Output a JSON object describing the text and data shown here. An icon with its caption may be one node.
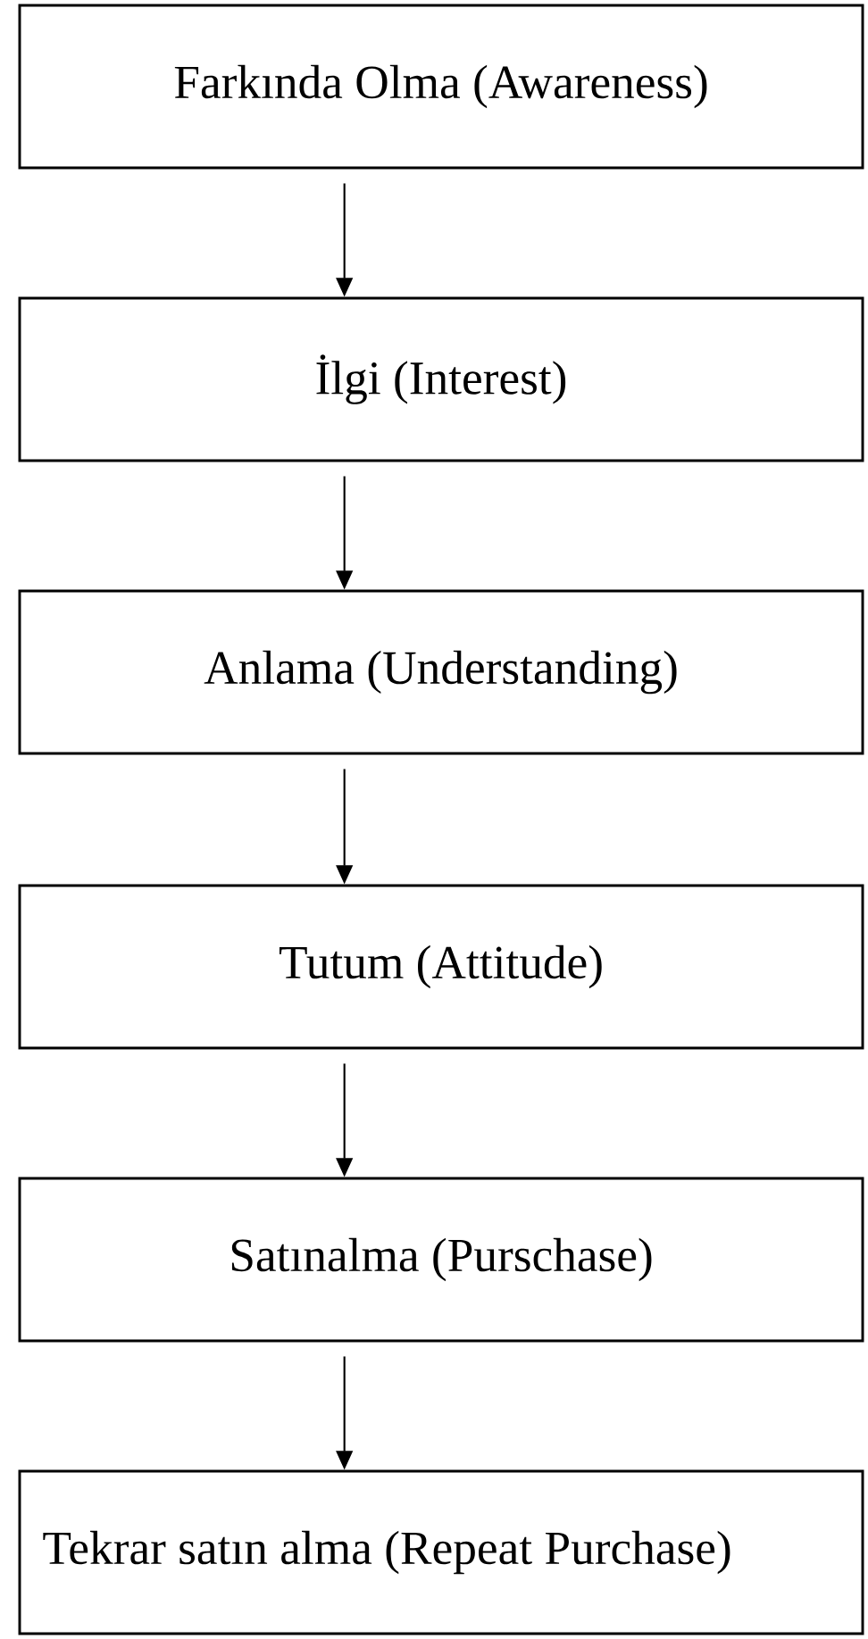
{
  "diagram": {
    "nodes": [
      {
        "text": [
          "Farkında Olma (Awareness)"
        ]
      },
      {
        "text": [
          "İlgi (Interest)"
        ]
      },
      {
        "text": [
          "Anlama (Understanding)"
        ]
      },
      {
        "text": [
          "Tutum (Attitude)"
        ]
      },
      {
        "text": [
          "Satınalma (Purschase)"
        ]
      },
      {
        "text": [
          "Tekrar satın alma (Repeat Purchase)"
        ]
      }
    ],
    "edges": [
      {
        "from": 0,
        "to": 1,
        "arrow": "to"
      },
      {
        "from": 1,
        "to": 2,
        "arrow": "to"
      },
      {
        "from": 2,
        "to": 3,
        "arrow": "to"
      },
      {
        "from": 3,
        "to": 4,
        "arrow": "to"
      },
      {
        "from": 4,
        "to": 5,
        "arrow": "to"
      }
    ]
  }
}
